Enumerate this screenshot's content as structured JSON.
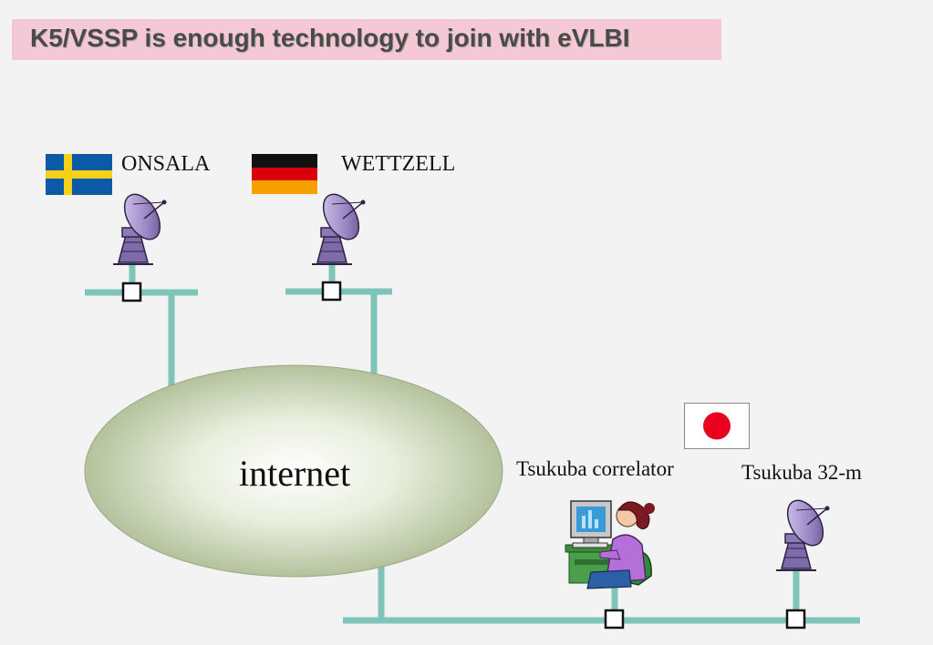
{
  "title": "K5/VSSP is enough technology to join with eVLBI",
  "network": {
    "cloud_label": "internet"
  },
  "sites": {
    "onsala": {
      "label": "ONSALA",
      "flag": "sweden-flag"
    },
    "wettzell": {
      "label": "WETTZELL",
      "flag": "germany-flag"
    },
    "correlator": {
      "label": "Tsukuba correlator",
      "icon": "operator-at-computer-icon"
    },
    "tsukuba": {
      "label": "Tsukuba 32-m",
      "flag": "japan-flag"
    }
  },
  "colors": {
    "background": "#f3f3f3",
    "title_band": "#f4c8d4",
    "link_line": "#7fc4b8",
    "cloud_edge": "#a9b98f",
    "cloud_center": "#ffffff",
    "sweden_blue": "#0a5aa8",
    "sweden_yellow": "#f7d117",
    "germany_red": "#d9000c",
    "germany_gold": "#f8a000",
    "japan_red": "#e8001c"
  }
}
